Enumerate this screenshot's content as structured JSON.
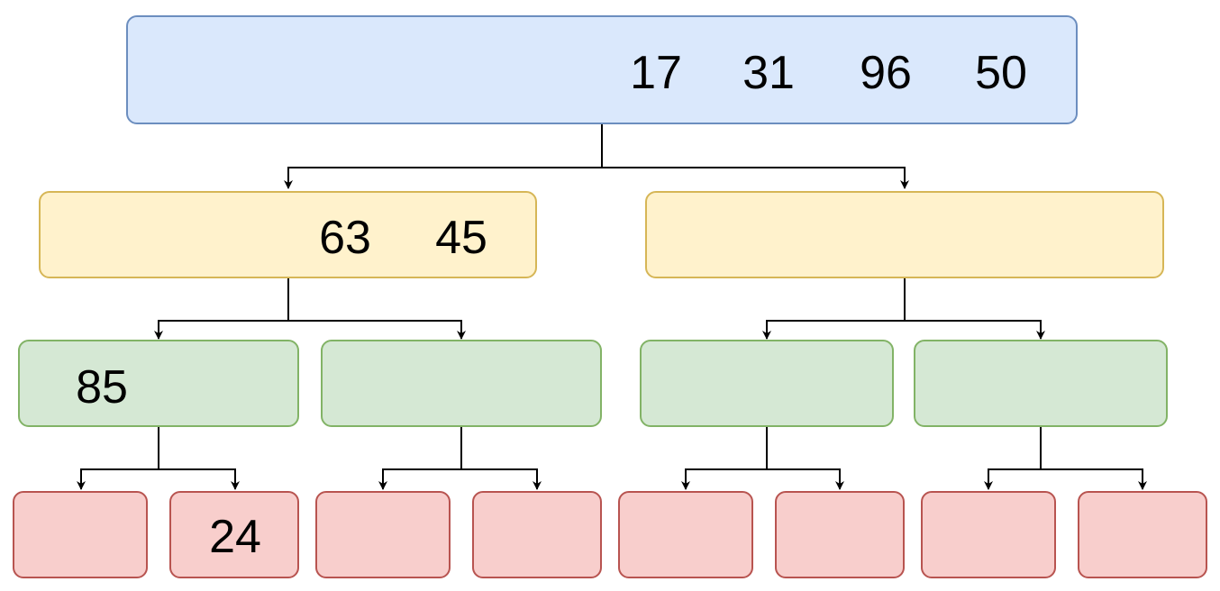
{
  "tree": {
    "root": {
      "values": [
        "17",
        "31",
        "96",
        "50"
      ]
    },
    "level1": [
      {
        "values": [
          "63",
          "45"
        ]
      },
      {
        "values": []
      }
    ],
    "level2": [
      {
        "values": [
          "85"
        ]
      },
      {
        "values": []
      },
      {
        "values": []
      },
      {
        "values": []
      }
    ],
    "level3": [
      {
        "values": []
      },
      {
        "values": [
          "24"
        ]
      },
      {
        "values": []
      },
      {
        "values": []
      },
      {
        "values": []
      },
      {
        "values": []
      },
      {
        "values": []
      },
      {
        "values": []
      }
    ]
  },
  "colors": {
    "root_fill": "#dae8fc",
    "root_stroke": "#6c8ebf",
    "level1_fill": "#fff2cc",
    "level1_stroke": "#d6b656",
    "level2_fill": "#d5e8d4",
    "level2_stroke": "#82b366",
    "level3_fill": "#f8cecc",
    "level3_stroke": "#b85450"
  }
}
